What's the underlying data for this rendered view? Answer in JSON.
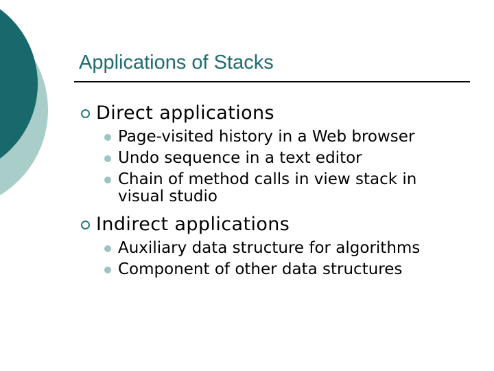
{
  "slide": {
    "title": "Applications of Stacks",
    "sections": [
      {
        "heading": "Direct applications",
        "items": [
          "Page-visited history in a Web browser",
          "Undo sequence in a text editor",
          "Chain of method calls in view stack in visual studio"
        ]
      },
      {
        "heading": "Indirect applications",
        "items": [
          "Auxiliary data structure for algorithms",
          "Component of other data structures"
        ]
      }
    ],
    "colors": {
      "background": "#ffffff",
      "dark_circle": "#17696c",
      "light_circle": "#a9cdc9",
      "title": "#1e6c70",
      "rule": "#000000",
      "body_text": "#000000",
      "bullet_ring": "#26787a",
      "bullet_dot": "#9cc4c1"
    }
  }
}
